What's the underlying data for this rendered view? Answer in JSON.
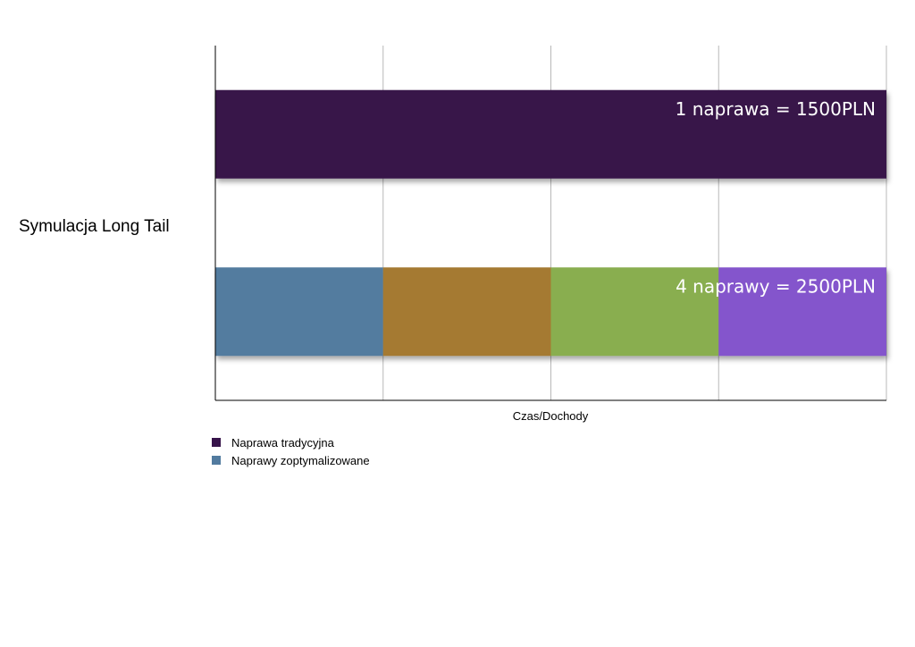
{
  "chart_data": {
    "type": "bar",
    "orientation": "horizontal",
    "stacked": true,
    "ylabel": "Symulacja Long Tail",
    "xlabel": "Czas/Dochody",
    "xlim": [
      0,
      4
    ],
    "grid": true,
    "legend_position": "bottom-left",
    "bars": [
      {
        "segments": [
          {
            "value": 4,
            "color": "#37134a",
            "series": "Naprawa tradycyjna"
          }
        ],
        "annotation": "1 naprawa = 1500PLN"
      },
      {
        "segments": [
          {
            "value": 1,
            "color": "#527b9f",
            "series": "Naprawy zoptymalizowane"
          },
          {
            "value": 1,
            "color": "#a57a30"
          },
          {
            "value": 1,
            "color": "#89ae4f"
          },
          {
            "value": 1,
            "color": "#8455cc"
          }
        ],
        "annotation": "4 naprawy = 2500PLN"
      }
    ],
    "legend": [
      {
        "name": "Naprawa tradycyjna",
        "color": "#37134a"
      },
      {
        "name": "Naprawy zoptymalizowane",
        "color": "#527b9f"
      }
    ]
  }
}
